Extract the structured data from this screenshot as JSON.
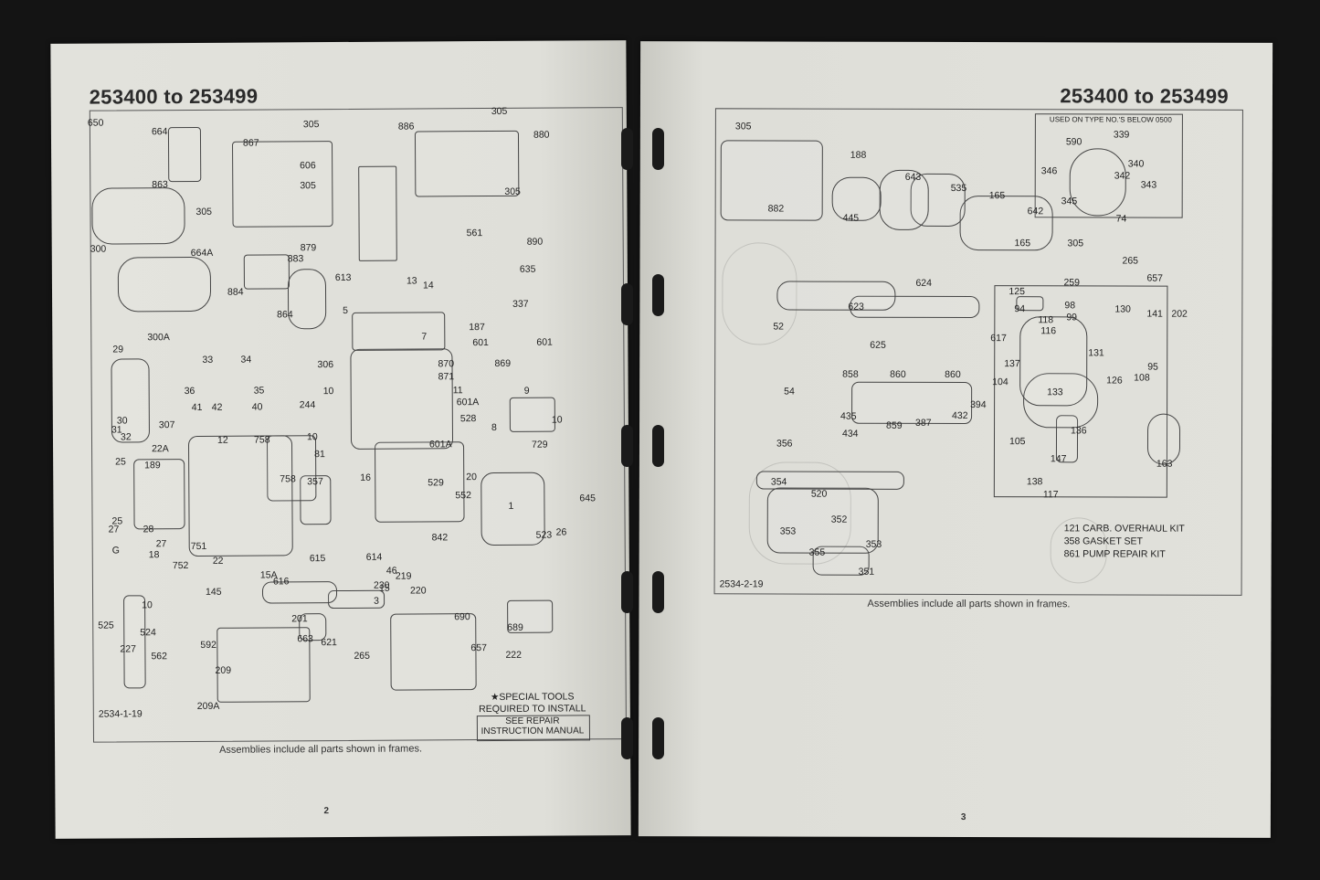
{
  "left_page": {
    "title": "253400 to 253499",
    "diagram_code": "2534-1-19",
    "caption": "Assemblies include all parts shown in frames.",
    "page_number": "2",
    "notes": {
      "special_tools": "★SPECIAL TOOLS REQUIRED TO INSTALL",
      "see_manual": "SEE REPAIR INSTRUCTION MANUAL"
    },
    "labels": [
      "650",
      "664",
      "863",
      "867",
      "305",
      "606",
      "305",
      "879",
      "886",
      "305",
      "880",
      "305",
      "561",
      "890",
      "300",
      "305",
      "664A",
      "884",
      "883",
      "613",
      "864",
      "635",
      "13",
      "14",
      "337",
      "300A",
      "5",
      "7",
      "187",
      "601",
      "601",
      "29",
      "33",
      "34",
      "36",
      "35",
      "41",
      "42",
      "40",
      "30",
      "31",
      "32",
      "306",
      "870",
      "869",
      "871",
      "10",
      "244",
      "11",
      "601A",
      "9",
      "10",
      "528",
      "8",
      "729",
      "307",
      "22A",
      "189",
      "25",
      "12",
      "758",
      "758",
      "10",
      "81",
      "357",
      "16",
      "601A",
      "529",
      "20",
      "552",
      "1",
      "645",
      "26",
      "25",
      "27",
      "28",
      "G",
      "27",
      "18",
      "751",
      "752",
      "22",
      "15A",
      "145",
      "615",
      "614",
      "46",
      "616",
      "230",
      "219",
      "220",
      "3",
      "15",
      "523",
      "842",
      "525",
      "10",
      "524",
      "227",
      "562",
      "592",
      "209",
      "209A",
      "201",
      "663",
      "621",
      "265",
      "690",
      "689",
      "657",
      "222"
    ]
  },
  "right_page": {
    "title": "253400 to 253499",
    "diagram_code": "2534-2-19",
    "caption": "Assemblies include all parts shown in frames.",
    "page_number": "3",
    "inset_header": "USED ON TYPE NO.'S BELOW 0500",
    "kits": [
      "121 CARB. OVERHAUL KIT",
      "358 GASKET SET",
      "861 PUMP REPAIR KIT"
    ],
    "labels": [
      "305",
      "188",
      "882",
      "445",
      "643",
      "535",
      "165",
      "642",
      "590",
      "339",
      "340",
      "342",
      "343",
      "346",
      "345",
      "74",
      "165",
      "305",
      "265",
      "657",
      "259",
      "624",
      "623",
      "125",
      "94",
      "98",
      "99",
      "118",
      "116",
      "130",
      "141",
      "202",
      "52",
      "625",
      "617",
      "137",
      "131",
      "95",
      "108",
      "126",
      "104",
      "133",
      "54",
      "858",
      "860",
      "860",
      "435",
      "434",
      "859",
      "387",
      "432",
      "394",
      "105",
      "136",
      "147",
      "356",
      "354",
      "520",
      "138",
      "117",
      "163",
      "353",
      "352",
      "355",
      "353",
      "351"
    ]
  }
}
